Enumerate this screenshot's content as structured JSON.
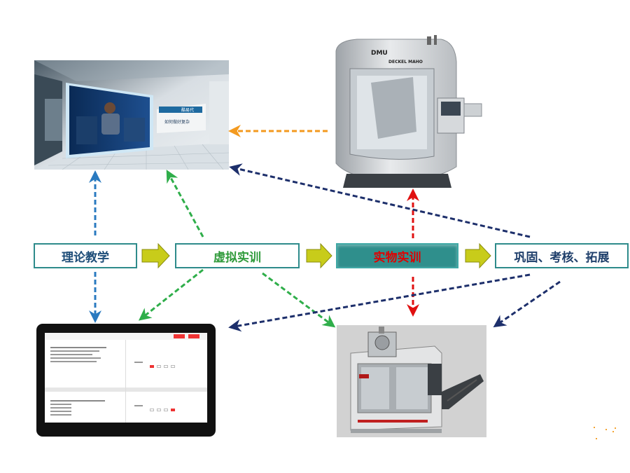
{
  "flow": {
    "theory": "理论教学",
    "virtual": "虚拟实训",
    "physical": "实物实训",
    "consolidate": "巩固、考核、拓展"
  },
  "images": {
    "video_screen_text_1": "酷易代",
    "video_screen_text_2": "如何做好复杂",
    "machine_brand_1": "DMU",
    "machine_brand_2": "DECKEL MAHO"
  },
  "colors": {
    "blue_dashed": "#2a7ac0",
    "green_dashed": "#2fae4a",
    "orange_dashed": "#f39a1f",
    "red_dashed": "#e01010",
    "navy_dashed": "#1d2f6b",
    "flow_arrow": "#c8cc1a",
    "box_border": "#2e8b8b"
  }
}
